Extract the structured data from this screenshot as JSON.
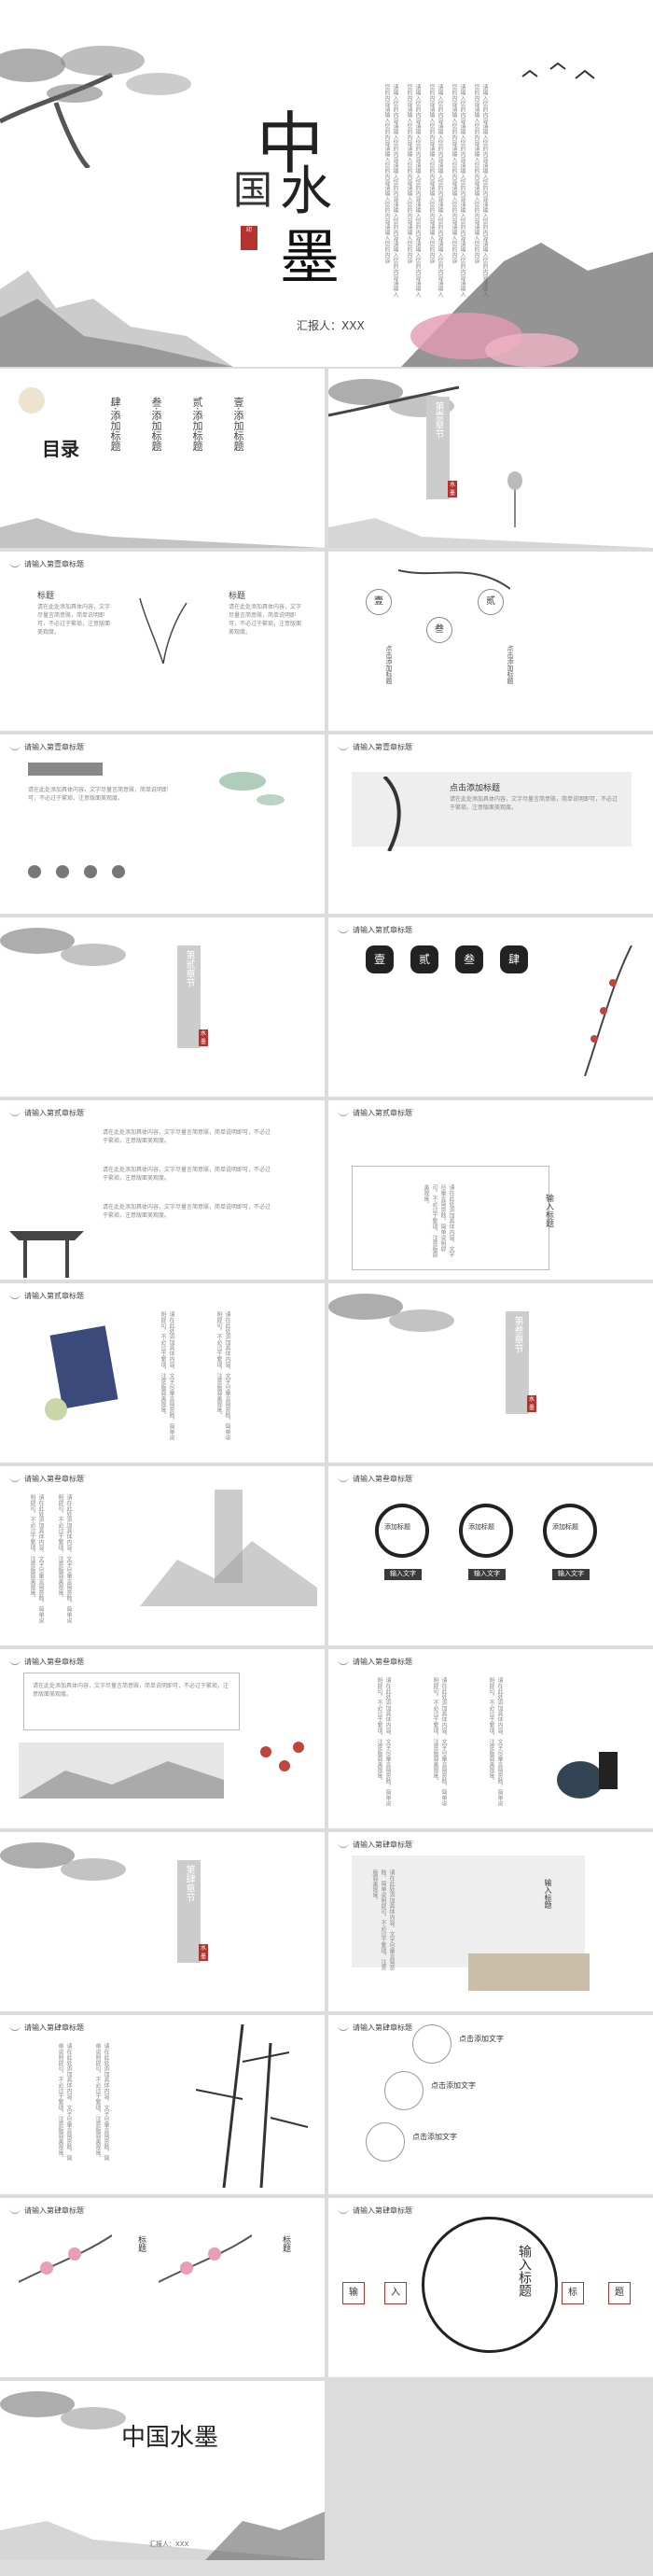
{
  "cover": {
    "title_char1": "中",
    "title_char2": "国",
    "title_char3": "水",
    "title_char4": "墨",
    "reporter": "汇报人：XXX",
    "body_text": "请输入您的内容请输入您的内容请输入您的内容请输入您的内容请输入您的内容请输入您的内容请输入您的内容请输入您的内容请输入您的内容请输入您的内容"
  },
  "toc": {
    "title": "目录",
    "items": [
      "壹·添加标题",
      "贰·添加标题",
      "叁·添加标题",
      "肆·添加标题"
    ]
  },
  "section_titles": [
    "第壹章节",
    "第贰章节",
    "第叁章节",
    "第肆章节"
  ],
  "section_seal": "水墨",
  "slide_titles": {
    "one": "请输入第壹章标题",
    "two": "请输入第贰章标题",
    "three": "请输入第叁章标题",
    "four": "请输入第肆章标题"
  },
  "labels": {
    "title": "标题",
    "add_title": "点击添加标题",
    "add_text": "点击添加文字",
    "input_title": "输入标题",
    "click_text": "输入文字",
    "add": "添加标题"
  },
  "numerals": [
    "壹",
    "贰",
    "叁",
    "肆"
  ],
  "lorem": "请在此处添加具体内容，文字尽量言简意赅，简单说明即可，不必过于繁琐，注意版面美观度。",
  "big_chars": [
    "输",
    "入",
    "标",
    "题"
  ],
  "end": {
    "title": "中国水墨",
    "reporter": "汇报人：XXX"
  }
}
